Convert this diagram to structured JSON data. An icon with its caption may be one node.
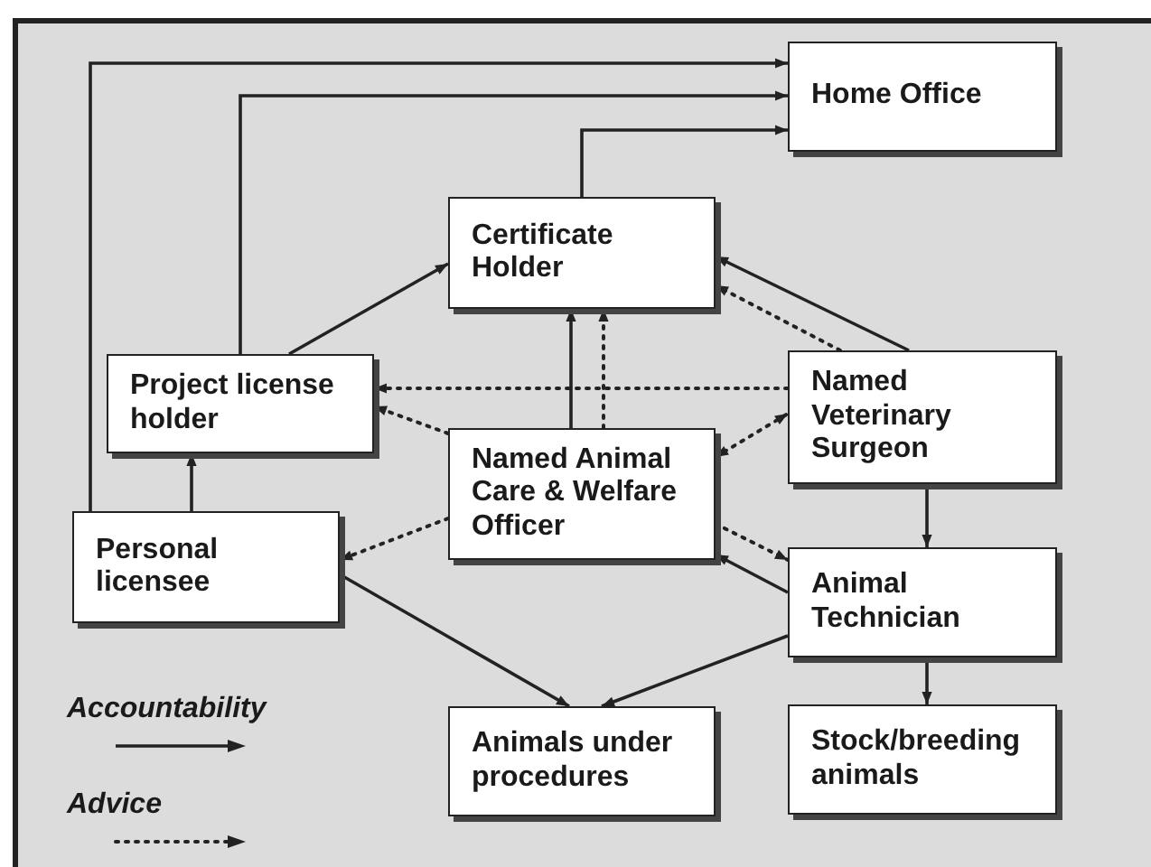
{
  "diagram": {
    "nodes": [
      {
        "text": [
          "Home Office"
        ]
      },
      {
        "text": [
          "Certificate Holder"
        ]
      },
      {
        "text": [
          "Project license holder"
        ]
      },
      {
        "text": [
          "Named Veterinary Surgeon"
        ]
      },
      {
        "text": [
          "Named Animal Care & Welfare Officer"
        ]
      },
      {
        "text": [
          "Personal licensee"
        ]
      },
      {
        "text": [
          "Animal Technician"
        ]
      },
      {
        "text": [
          "Animals under procedures"
        ]
      },
      {
        "text": [
          "Stock/breeding animals"
        ]
      }
    ],
    "edges": [
      {
        "from": 5,
        "to": 0,
        "arrow": "to"
      },
      {
        "from": 2,
        "to": 0,
        "arrow": "to"
      },
      {
        "from": 1,
        "to": 0,
        "arrow": "to"
      },
      {
        "from": 2,
        "to": 1,
        "arrow": "to"
      },
      {
        "from": 5,
        "to": 2,
        "arrow": "to"
      },
      {
        "from": 4,
        "to": 1,
        "arrow": "to"
      },
      {
        "from": 4,
        "to": 1,
        "arrow": "to",
        "style": "dashed"
      },
      {
        "from": 3,
        "to": 1,
        "arrow": "to"
      },
      {
        "from": 3,
        "to": 1,
        "arrow": "to",
        "style": "dashed"
      },
      {
        "from": 3,
        "to": 2,
        "arrow": "to",
        "style": "dashed"
      },
      {
        "from": 4,
        "to": 3,
        "arrow": "both",
        "style": "dashed"
      },
      {
        "from": 4,
        "to": 2,
        "arrow": "to",
        "style": "dashed"
      },
      {
        "from": 4,
        "to": 5,
        "arrow": "to",
        "style": "dashed"
      },
      {
        "from": 4,
        "to": 6,
        "arrow": "to",
        "style": "dashed"
      },
      {
        "from": 6,
        "to": 4,
        "arrow": "to"
      },
      {
        "from": 3,
        "to": 6,
        "arrow": "to"
      },
      {
        "from": 6,
        "to": 7,
        "arrow": "to"
      },
      {
        "from": 5,
        "to": 7,
        "arrow": "to"
      },
      {
        "from": 6,
        "to": 8,
        "arrow": "to"
      }
    ],
    "legend": [
      {
        "text": "Accountability"
      },
      {
        "text": "Advice"
      }
    ]
  }
}
